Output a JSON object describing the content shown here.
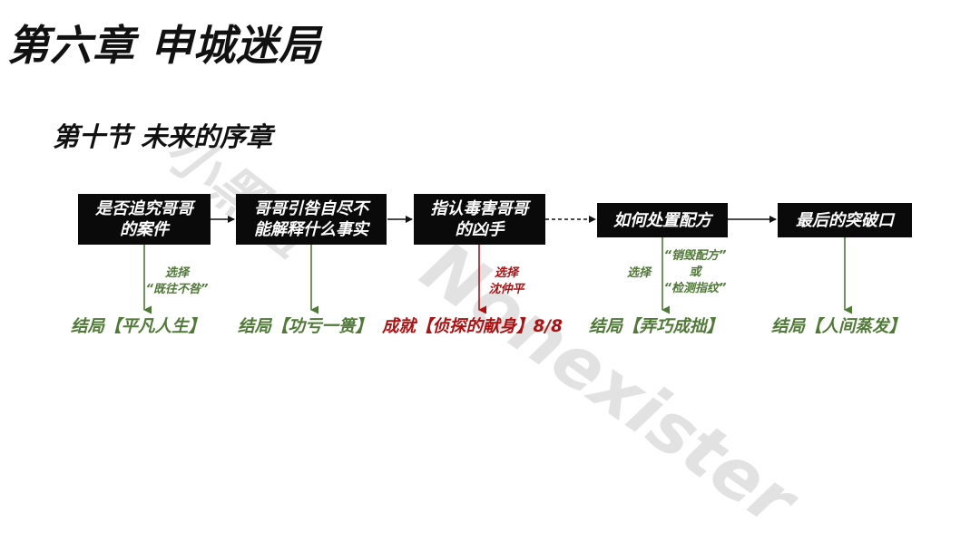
{
  "title": "第六章 申城迷局",
  "subtitle": "第十节 未来的序章",
  "colors": {
    "node_bg": "#0a0a0a",
    "node_text": "#ffffff",
    "ending_green": "#4e7a35",
    "achievement_red": "#b01010",
    "arrow_black": "#111111"
  },
  "nodes": [
    {
      "id": "n1",
      "label": "是否追究哥哥\n的案件"
    },
    {
      "id": "n2",
      "label": "哥哥引咎自尽不\n能解释什么事实"
    },
    {
      "id": "n3",
      "label": "指认毒害哥哥\n的凶手"
    },
    {
      "id": "n4",
      "label": "如何处置配方"
    },
    {
      "id": "n5",
      "label": "最后的突破口"
    }
  ],
  "branch_notes": [
    {
      "id": "b1",
      "text": "选择\n“既往不咎”",
      "color": "green"
    },
    {
      "id": "b3",
      "text": "选择\n沈仲平",
      "color": "red"
    },
    {
      "id": "b4a",
      "text": "选择",
      "color": "green"
    },
    {
      "id": "b4b",
      "text": "“销毁配方”\n或\n“检测指纹”",
      "color": "green"
    }
  ],
  "endings": [
    {
      "id": "e1",
      "text": "结局【平凡人生】",
      "color": "green"
    },
    {
      "id": "e2",
      "text": "结局【功亏一篑】",
      "color": "green"
    },
    {
      "id": "e3",
      "text": "成就【侦探的献身】8/8",
      "color": "red"
    },
    {
      "id": "e4",
      "text": "结局【弄巧成拙】",
      "color": "green"
    },
    {
      "id": "e5",
      "text": "结局【人间蒸发】",
      "color": "green"
    }
  ],
  "watermark": {
    "text_1": "小黑盒",
    "text_2": "Nonexister"
  }
}
